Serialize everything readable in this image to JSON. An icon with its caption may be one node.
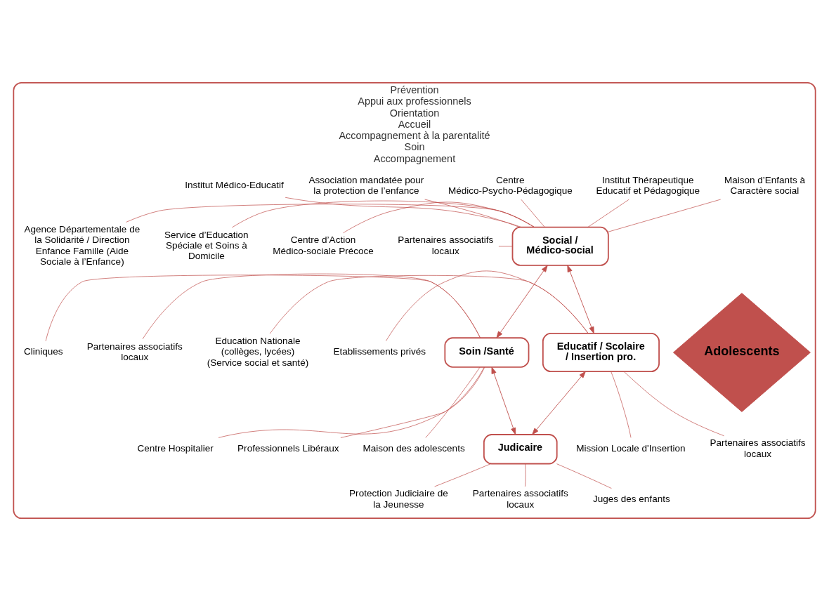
{
  "diagram": {
    "nodes": [
      {
        "text": [
          "Prévention",
          "Appui aux professionnels",
          "Orientation",
          "Accueil",
          "Accompagnement à la parentalité",
          "Soin",
          "Accompagnement"
        ]
      },
      {
        "text": [
          "Social / Médico-social"
        ],
        "in": 0
      },
      {
        "text": [
          "Soin /Santé"
        ],
        "in": 0
      },
      {
        "text": [
          "Adolescents"
        ],
        "in": 0
      },
      {
        "text": [
          "Educatif / Scolaire / Insertion pro."
        ],
        "in": 0
      },
      {
        "text": [
          "Judicaire"
        ],
        "in": 0
      },
      {
        "text": [
          "Maison d’Enfants à Caractère social"
        ],
        "in": 0
      },
      {
        "text": [
          "Institut Thérapeutique Educatif et Pédagogique"
        ],
        "in": 0
      },
      {
        "text": [
          "Centre Médico-Psycho-Pédagogique"
        ],
        "in": 0
      },
      {
        "text": [
          "Association mandatée pour la protection de l’enfance"
        ],
        "in": 0
      },
      {
        "text": [
          "Institut Médico-Educatif"
        ],
        "in": 0
      },
      {
        "text": [
          "Centre d’Action Médico-sociale Précoce"
        ],
        "in": 0
      },
      {
        "text": [
          "Service d’Education Spéciale et Soins à Domicile"
        ],
        "in": 0
      },
      {
        "text": [
          "Agence Départementale de la Solidarité / Direction Enfance Famille (Aide Sociale à l’Enfance)"
        ],
        "in": 0
      },
      {
        "text": [
          "Partenaires associatifs locaux"
        ],
        "in": 0
      },
      {
        "text": [
          "Partenaires associatifs locaux"
        ],
        "in": 0
      },
      {
        "text": [
          "Cliniques"
        ],
        "in": 0
      },
      {
        "text": [
          "Professionnels Libéraux"
        ],
        "in": 0
      },
      {
        "text": [
          "Maison des adolescents"
        ],
        "in": 0
      },
      {
        "text": [
          "Centre Hospitalier"
        ],
        "in": 0
      },
      {
        "text": [
          "Education Nationale (collèges, lycées) (Service social et santé)"
        ],
        "in": 0
      },
      {
        "text": [
          "Etablissements privés"
        ],
        "in": 0
      },
      {
        "text": [
          "Mission Locale d'Insertion"
        ],
        "in": 0
      },
      {
        "text": [
          "Partenaires associatifs locaux"
        ],
        "in": 0
      },
      {
        "text": [
          "Protection Judiciaire de la Jeunesse"
        ],
        "in": 0
      },
      {
        "text": [
          "Partenaires associatifs locaux"
        ],
        "in": 0
      },
      {
        "text": [
          "Juges des enfants"
        ],
        "in": 0
      }
    ],
    "edges": [
      {
        "from": 1,
        "to": 2,
        "arrow": "both"
      },
      {
        "from": 1,
        "to": 4,
        "arrow": "both"
      },
      {
        "from": 2,
        "to": 5,
        "arrow": "both"
      },
      {
        "from": 4,
        "to": 5,
        "arrow": "both"
      },
      {
        "from": 6,
        "to": 1,
        "arrow": "none"
      },
      {
        "from": 7,
        "to": 1,
        "arrow": "none"
      },
      {
        "from": 8,
        "to": 1,
        "arrow": "none"
      },
      {
        "from": 9,
        "to": 1,
        "arrow": "none"
      },
      {
        "from": 10,
        "to": 1,
        "arrow": "none"
      },
      {
        "from": 11,
        "to": 1,
        "arrow": "none"
      },
      {
        "from": 12,
        "to": 1,
        "arrow": "none"
      },
      {
        "from": 13,
        "to": 1,
        "arrow": "none"
      },
      {
        "from": 14,
        "to": 1,
        "arrow": "none"
      },
      {
        "from": 15,
        "to": 2,
        "arrow": "none"
      },
      {
        "from": 16,
        "to": 2,
        "arrow": "none"
      },
      {
        "from": 17,
        "to": 2,
        "arrow": "none"
      },
      {
        "from": 18,
        "to": 2,
        "arrow": "none"
      },
      {
        "from": 19,
        "to": 2,
        "arrow": "none"
      },
      {
        "from": 20,
        "to": 4,
        "arrow": "none"
      },
      {
        "from": 21,
        "to": 4,
        "arrow": "none"
      },
      {
        "from": 22,
        "to": 4,
        "arrow": "none"
      },
      {
        "from": 23,
        "to": 4,
        "arrow": "none"
      },
      {
        "from": 24,
        "to": 5,
        "arrow": "none"
      },
      {
        "from": 25,
        "to": 5,
        "arrow": "none"
      },
      {
        "from": 26,
        "to": 5,
        "arrow": "none"
      }
    ]
  }
}
